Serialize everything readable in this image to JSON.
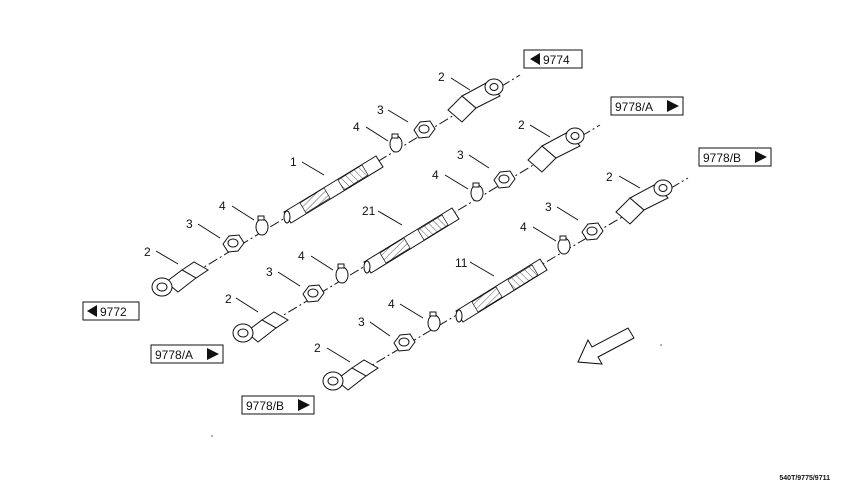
{
  "drawing_code": "540T/9775/9711",
  "tags": [
    {
      "label": "9774",
      "arrow": "left"
    },
    {
      "label": "9778/A",
      "arrow": "right"
    },
    {
      "label": "9778/B",
      "arrow": "right"
    },
    {
      "label": "9772",
      "arrow": "left"
    },
    {
      "label": "9778/A",
      "arrow": "right"
    },
    {
      "label": "9778/B",
      "arrow": "right"
    }
  ],
  "callouts": [
    "2",
    "3",
    "4",
    "1",
    "4",
    "3",
    "2",
    "2",
    "3",
    "4",
    "21",
    "4",
    "3",
    "2",
    "2",
    "3",
    "4",
    "11",
    "4",
    "3",
    "2"
  ],
  "icons": {
    "direction_arrow": "direction-arrow-icon",
    "hatch_pattern": "crosshatch"
  }
}
